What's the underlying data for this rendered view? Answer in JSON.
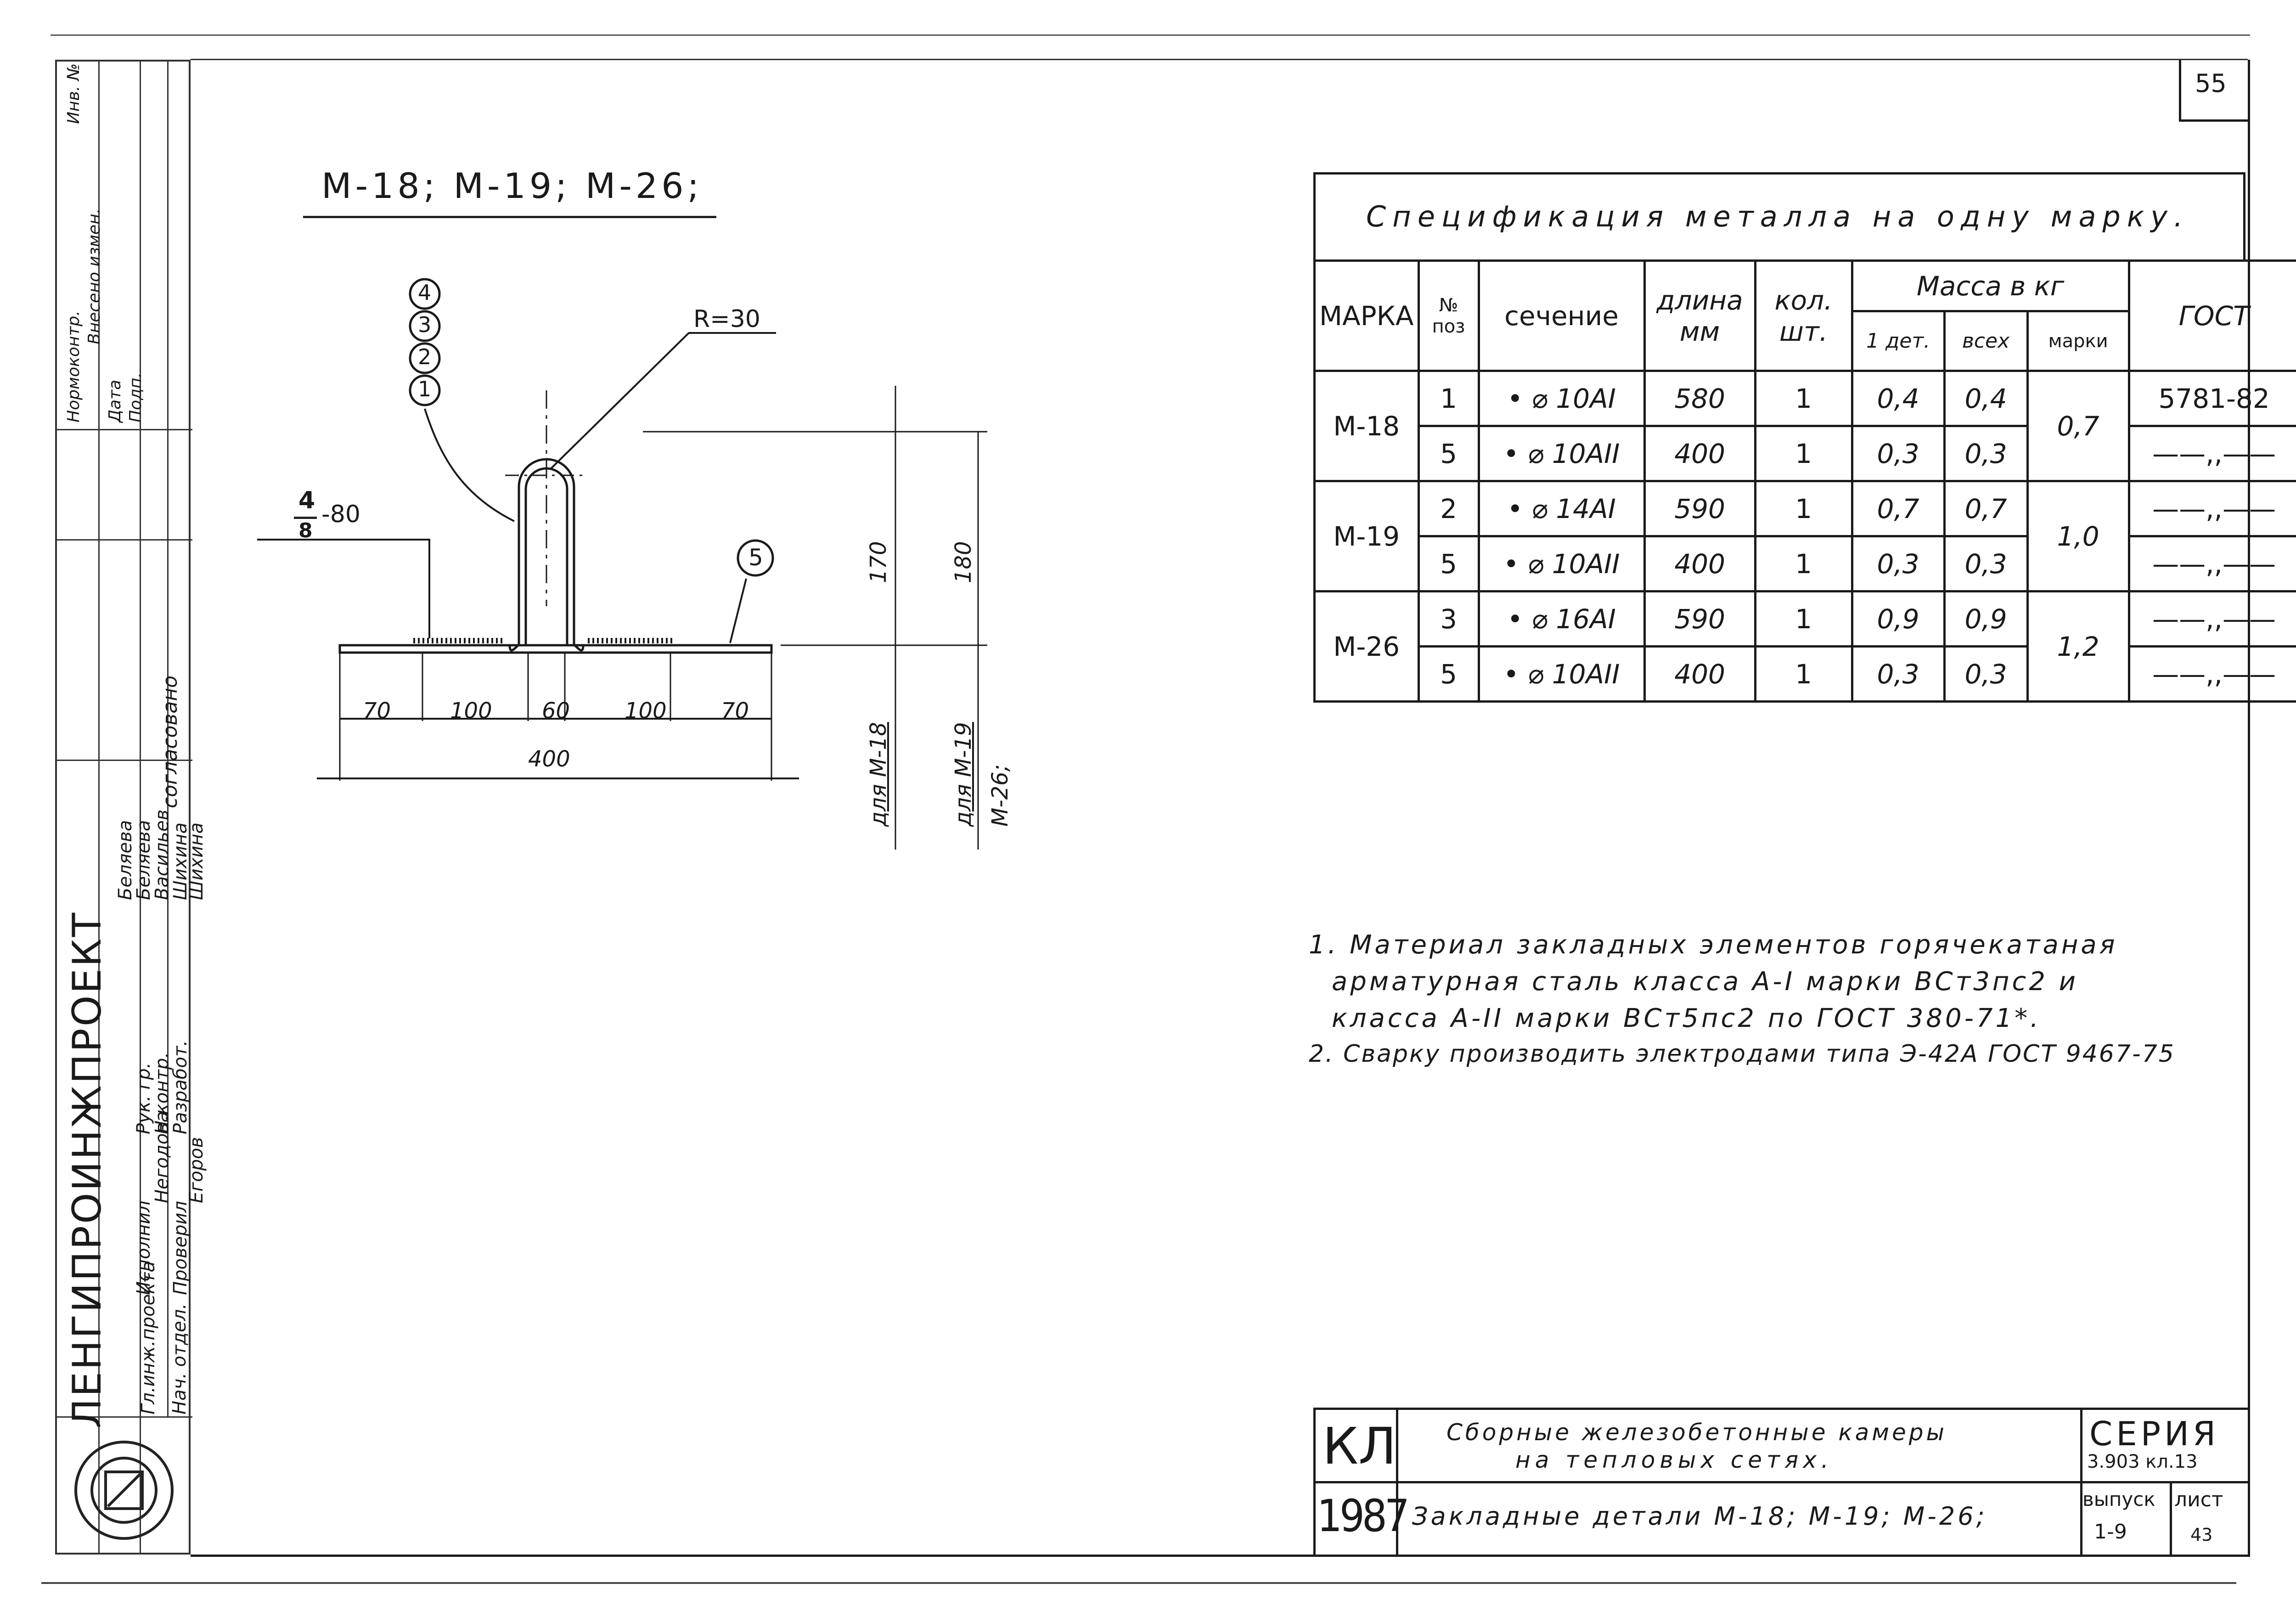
{
  "sheet_number": "55",
  "drawing_title": "М-18; М-19; М-26;",
  "callouts": [
    "4",
    "3",
    "2",
    "1"
  ],
  "callout_5": "5",
  "radius_label": "R=30",
  "weld_num": "4",
  "weld_den": "8",
  "weld_rest": "-80",
  "dims": {
    "d70a": "70",
    "d100a": "100",
    "d60": "60",
    "d100b": "100",
    "d70b": "70",
    "total": "400",
    "h170": "170",
    "h180": "180",
    "for_m18": "для М-18",
    "for_m19": "для М-19",
    "for_m26": "М-26;"
  },
  "spec": {
    "caption": "Спецификация металла на одну марку.",
    "headers": {
      "mark": "МАРКА",
      "pos": "№ поз",
      "section": "сечение",
      "length": "длина мм",
      "qty": "кол. шт.",
      "mass": "Масса в кг",
      "m1": "1 дет.",
      "mall": "всех",
      "mmark": "марки",
      "gost": "ГОСТ"
    },
    "groups": [
      {
        "mark": "М-18",
        "mass_mark": "0,7",
        "rows": [
          {
            "pos": "1",
            "section": "• ⌀ 10АI",
            "len": "580",
            "qty": "1",
            "m1": "0,4",
            "mall": "0,4",
            "gost": "5781-82"
          },
          {
            "pos": "5",
            "section": "• ⌀ 10АII",
            "len": "400",
            "qty": "1",
            "m1": "0,3",
            "mall": "0,3",
            "gost": "——,,——"
          }
        ]
      },
      {
        "mark": "М-19",
        "mass_mark": "1,0",
        "rows": [
          {
            "pos": "2",
            "section": "• ⌀ 14АI",
            "len": "590",
            "qty": "1",
            "m1": "0,7",
            "mall": "0,7",
            "gost": "——,,——"
          },
          {
            "pos": "5",
            "section": "• ⌀ 10АII",
            "len": "400",
            "qty": "1",
            "m1": "0,3",
            "mall": "0,3",
            "gost": "——,,——"
          }
        ]
      },
      {
        "mark": "М-26",
        "mass_mark": "1,2",
        "rows": [
          {
            "pos": "3",
            "section": "• ⌀ 16АI",
            "len": "590",
            "qty": "1",
            "m1": "0,9",
            "mall": "0,9",
            "gost": "——,,——"
          },
          {
            "pos": "5",
            "section": "• ⌀ 10АII",
            "len": "400",
            "qty": "1",
            "m1": "0,3",
            "mall": "0,3",
            "gost": "——,,——"
          }
        ]
      }
    ]
  },
  "notes": [
    "1. Материал закладных элементов горячекатаная",
    "арматурная сталь класса А-I марки ВСт3пс2 и",
    "класса А-II марки ВСт5пс2 по ГОСТ 380-71*.",
    "2. Сварку производить электродами типа Э-42А ГОСТ 9467-75"
  ],
  "title_block": {
    "code": "КЛ",
    "year": "1987",
    "title1": "Сборные железобетонные камеры",
    "title2": "на тепловых сетях.",
    "title3": "Закладные детали М-18; М-19; М-26;",
    "series_label": "СЕРИЯ",
    "series_value": "3.903 кл.13",
    "issue_label": "выпуск",
    "issue_value": "1-9",
    "sheet_label": "лист",
    "sheet_value": "43"
  },
  "left_strip": {
    "org": "ЛЕНГИПРОИНЖПРОЕКТ",
    "agreed": "согласовано",
    "roles": [
      "Нач. отдел.",
      "Гл.инж.проекта",
      "Рук. гр.",
      "Н.контр.",
      "Разработ.",
      "Исполнил",
      "Проверил"
    ],
    "names": [
      "Егоров",
      "Негодова",
      "Васильев",
      "Беляева",
      "Шихина",
      "Шихина",
      "Беляева"
    ],
    "top": [
      "Инв. №",
      "Нормоконтр.",
      "Внесено измен.",
      "Дата",
      "Подп."
    ]
  }
}
